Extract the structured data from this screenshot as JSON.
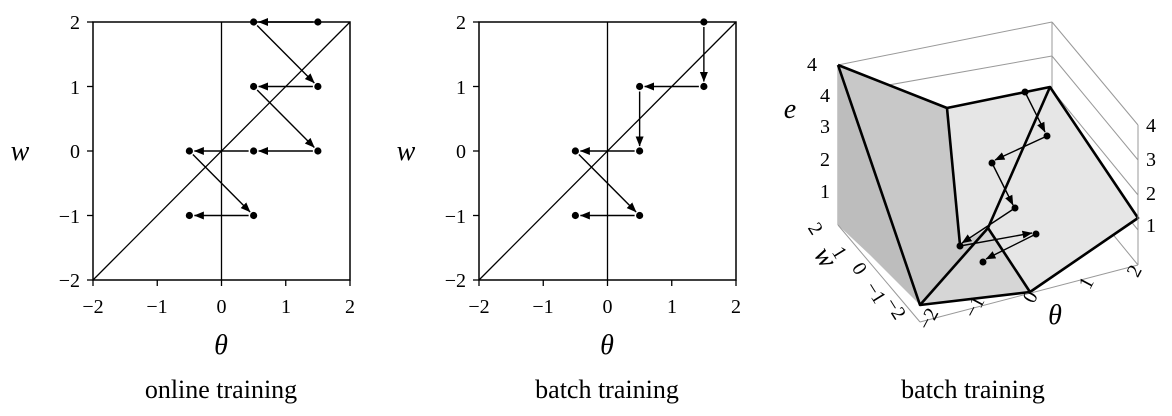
{
  "panels": [
    {
      "caption": "online training",
      "xlabel": "θ",
      "ylabel": "w",
      "xticks": [
        "−2",
        "−1",
        "0",
        "1",
        "2"
      ],
      "yticks": [
        "2",
        "1",
        "0",
        "−1",
        "−2"
      ],
      "xlim": [
        -2,
        2
      ],
      "ylim": [
        -2,
        2
      ],
      "path": [
        [
          1.5,
          2
        ],
        [
          0.5,
          2
        ],
        [
          1.5,
          1
        ],
        [
          0.5,
          1
        ],
        [
          1.5,
          0
        ],
        [
          0.5,
          0
        ],
        [
          -0.5,
          0
        ],
        [
          0.5,
          -1
        ],
        [
          -0.5,
          -1
        ]
      ]
    },
    {
      "caption": "batch training",
      "xlabel": "θ",
      "ylabel": "w",
      "xticks": [
        "−2",
        "−1",
        "0",
        "1",
        "2"
      ],
      "yticks": [
        "2",
        "1",
        "0",
        "−1",
        "−2"
      ],
      "xlim": [
        -2,
        2
      ],
      "ylim": [
        -2,
        2
      ],
      "path": [
        [
          1.5,
          2
        ],
        [
          1.5,
          1
        ],
        [
          0.5,
          1
        ],
        [
          0.5,
          0
        ],
        [
          -0.5,
          0
        ],
        [
          0.5,
          -1
        ],
        [
          -0.5,
          -1
        ]
      ]
    },
    {
      "caption": "batch training",
      "xlabel": "θ",
      "ylabel": "w",
      "zlabel": "e",
      "xticks": [
        "−2",
        "−1",
        "0",
        "1",
        "2"
      ],
      "yticks": [
        "2",
        "1",
        "0",
        "−1",
        "−2"
      ],
      "zticks_left": [
        "1",
        "2",
        "3",
        "4"
      ],
      "zticks_right": [
        "1",
        "2",
        "3",
        "4"
      ]
    }
  ]
}
